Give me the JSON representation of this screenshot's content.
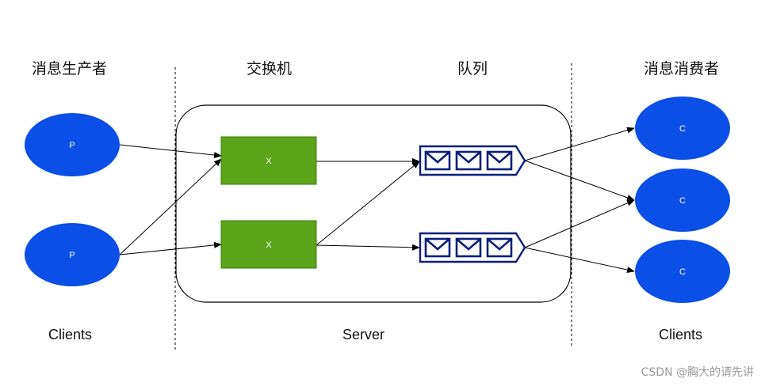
{
  "headers": {
    "producer": "消息生产者",
    "exchange": "交换机",
    "queue": "队列",
    "consumer": "消息消费者"
  },
  "footers": {
    "left": "Clients",
    "center": "Server",
    "right": "Clients"
  },
  "nodes": {
    "producer_label": "P",
    "exchange_label": "X",
    "consumer_label": "C"
  },
  "watermark": "CSDN @胸大的请先讲",
  "colors": {
    "node_blue": "#0a4fe6",
    "exchange_green": "#5ba51a",
    "queue_navy": "#0d1f7a",
    "line": "#000000"
  }
}
